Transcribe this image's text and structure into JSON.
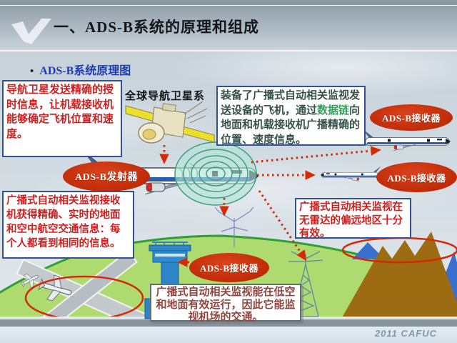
{
  "slide": {
    "title": "一、ADS-B系统的原理和组成",
    "bullet_marker": "•",
    "bullet": "ADS-B系统原理图",
    "credit": "2011 CAFUC"
  },
  "diagram": {
    "gnss_label": "全球导航卫星系",
    "ovals": {
      "transmitter": "ADS-B发射器",
      "receiver": "ADS-B接收器"
    },
    "notes": {
      "satellite": "导航卫星发送精确的授时信息，让机载接收机能够确定飞机位置和速度。",
      "equipped_pre": "装备了广播式自动相关监视发送设备的飞机，通过",
      "equipped_highlight": "数据链",
      "equipped_post": "向地面和机载接收机广播精确的位置、速度信息。",
      "ground_receiver": "广播式自动相关监视接收机获得精确、实时的地面和空中航空交通信息：每个人都看到相同的信息。",
      "remote_area": "广播式自动相关监视在无雷达的偏远地区十分有效。",
      "airport": "广播式自动相关监视能在低空和地面有效运行，因此它能监视机场的交通。"
    },
    "colors": {
      "oval_red": "#bf2a07",
      "note_red": "#cf1f1f",
      "link_green": "#35a05a",
      "arrow_red": "#d42a08",
      "hill_green": "#aedb70",
      "bullet_blue": "#1e3db0"
    }
  }
}
